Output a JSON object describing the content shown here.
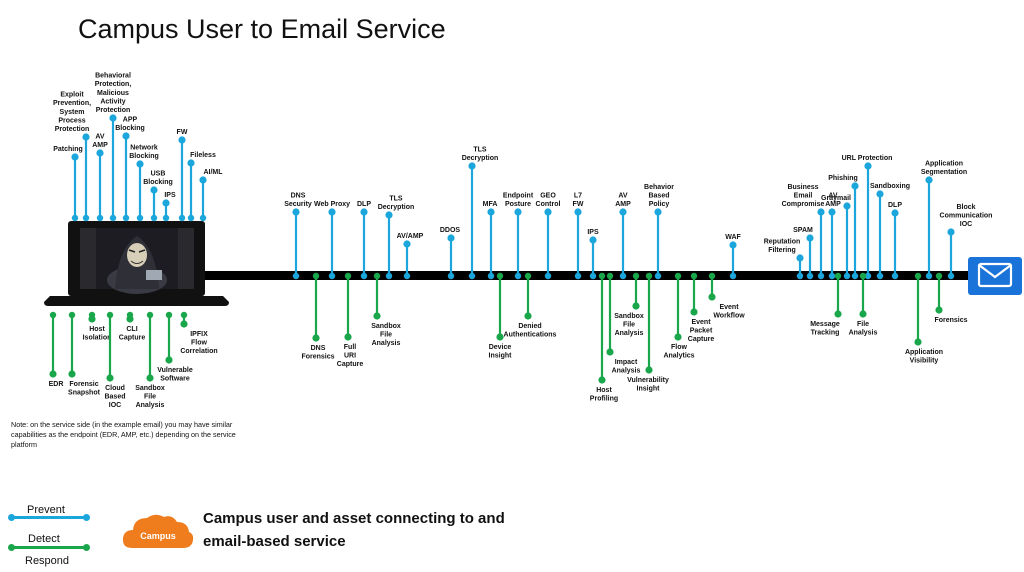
{
  "title": "Campus User to Email Service",
  "colors": {
    "prevent": "#1ba6dc",
    "detect": "#1aa64a",
    "timeline": "#000000",
    "email_box": "#1a73d8",
    "cloud": "#f07d1d"
  },
  "icons": {
    "endpoint": "laptop-icon",
    "service": "email-icon",
    "legend": "cloud-icon"
  },
  "endpoint_prevent": [
    "Patching",
    "Exploit\nPrevention,\nSystem\nProcess\nProtection",
    "AV\nAMP",
    "Behavioral\nProtection,\nMalicious\nActivity\nProtection",
    "APP\nBlocking",
    "Network\nBlocking",
    "USB\nBlocking",
    "IPS",
    "FW",
    "Fileless",
    "AI/ML"
  ],
  "endpoint_detect": [
    "EDR",
    "Forensic\nSnapshot",
    "Host\nIsolation",
    "Cloud\nBased\nIOC",
    "CLI\nCapture",
    "Sandbox\nFile\nAnalysis",
    "Vulnerable\nSoftware",
    "IPFIX\nFlow\nCorrelation"
  ],
  "network_prevent": [
    "DNS\nSecurity",
    "Web Proxy",
    "DLP",
    "TLS\nDecryption",
    "AV/AMP",
    "DDOS",
    "TLS\nDecryption",
    "MFA",
    "Endpoint\nPosture",
    "GEO\nControl",
    "L7\nFW",
    "IPS",
    "AV\nAMP",
    "Behavior\nBased\nPolicy",
    "WAF",
    "Reputation\nFiltering",
    "SPAM",
    "Business\nEmail\nCompromise",
    "AV\nAMP",
    "Graymail",
    "Phishing",
    "URL  Protection",
    "Sandboxing",
    "DLP",
    "Application\nSegmentation",
    "Block\nCommunication\nIOC"
  ],
  "network_detect": [
    "DNS\nForensics",
    "Full\nURI\nCapture",
    "Sandbox\nFile\nAnalysis",
    "Device\nInsight",
    "Denied\nAuthentications",
    "Host\nProfiling",
    "Sandbox\nFile\nAnalysis",
    "Impact\nAnalysis",
    "Vulnerability\nInsight",
    "Flow\nAnalytics",
    "Event\nPacket\nCapture",
    "Event\nWorkflow",
    "Message\nTracking",
    "File\nAnalysis",
    "Application\nVisibility",
    "Forensics"
  ],
  "note": "Note: on the service side (in the example email) you may have similar capabilities as the endpoint (EDR, AMP, etc.) depending on the service platform",
  "legend": {
    "prevent": "Prevent",
    "detect": "Detect",
    "respond": "Respond",
    "cloud_label": "Campus"
  },
  "description": {
    "line1": "Campus user and asset connecting to and",
    "line2": "email-based service"
  }
}
